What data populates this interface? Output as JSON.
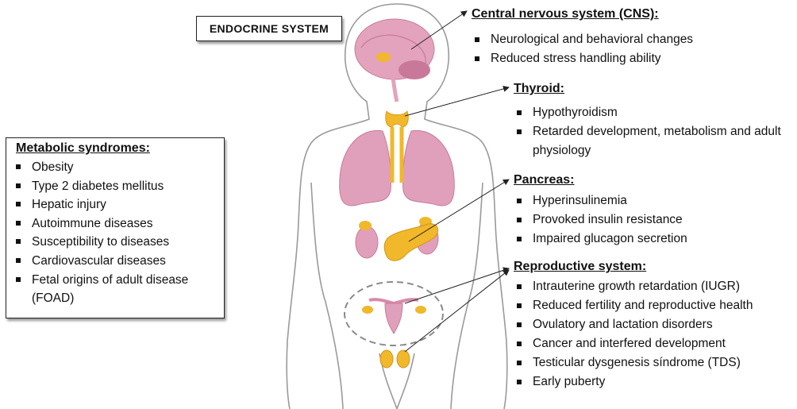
{
  "title": "ENDOCRINE SYSTEM",
  "sections": {
    "cns": {
      "heading": "Central nervous system (CNS):",
      "items": [
        "Neurological and behavioral changes",
        "Reduced stress handling ability"
      ]
    },
    "thyroid": {
      "heading": "Thyroid:",
      "items": [
        "Hypothyroidism",
        "Retarded development, metabolism and adult physiology"
      ]
    },
    "pancreas": {
      "heading": "Pancreas:",
      "items": [
        "Hyperinsulinemia",
        "Provoked insulin resistance",
        "Impaired glucagon secretion"
      ]
    },
    "reproductive": {
      "heading": "Reproductive system:",
      "items": [
        "Intrauterine growth retardation (IUGR)",
        "Reduced fertility and reproductive health",
        "Ovulatory and lactation disorders",
        "Cancer and interfered development",
        "Testicular dysgenesis síndrome (TDS)",
        "Early puberty"
      ]
    }
  },
  "metabolic": {
    "heading": "Metabolic syndromes:",
    "items": [
      "Obesity",
      "Type 2 diabetes mellitus",
      "Hepatic injury",
      "Autoimmune diseases",
      "Susceptibility to diseases",
      "Cardiovascular diseases",
      "Fetal origins of adult disease (FOAD)"
    ]
  },
  "colors": {
    "organ_pink": "#d98aa8",
    "gland_yellow": "#f0b82a",
    "outline": "#8a8a8a"
  }
}
